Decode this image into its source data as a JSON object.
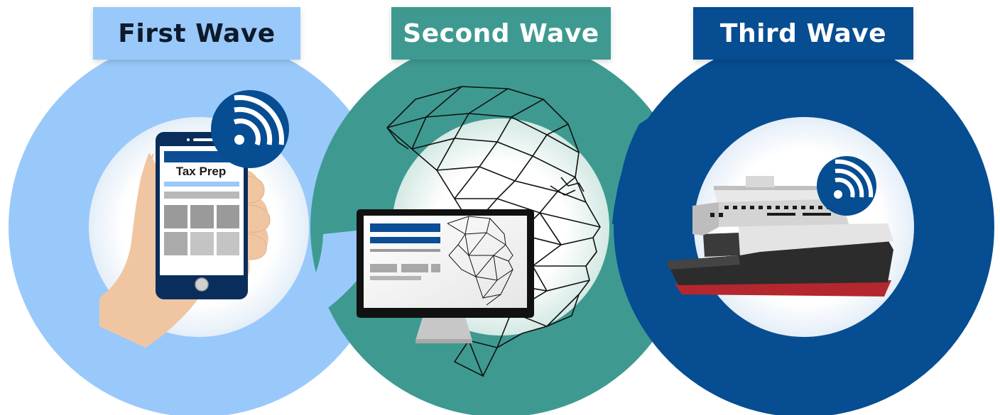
{
  "waves": [
    {
      "label": "First Wave",
      "color": "#99c9fa",
      "label_text_color": "#0d1a2b"
    },
    {
      "label": "Second Wave",
      "color": "#3e9a90",
      "label_text_color": "#ffffff"
    },
    {
      "label": "Third Wave",
      "color": "#064d92",
      "label_text_color": "#ffffff"
    }
  ],
  "phone_screen": {
    "app_title": "Tax Prep"
  },
  "icons": [
    "wireless-signal-icon",
    "smartphone-icon",
    "hand-icon",
    "wireframe-head-icon",
    "monitor-icon",
    "autonomous-ship-icon"
  ]
}
